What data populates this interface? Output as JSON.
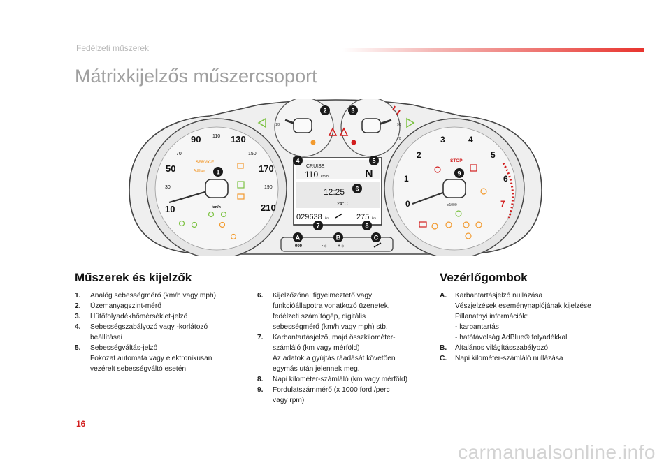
{
  "header": {
    "section": "Fedélzeti műszerek"
  },
  "page_title": "Mátrixkijelzős műszercsoport",
  "cluster": {
    "speedo_numbers": [
      "10",
      "30",
      "50",
      "70",
      "90",
      "110",
      "130",
      "150",
      "170",
      "190",
      "210"
    ],
    "speed_unit": "km/h",
    "service_label": "SERVICE",
    "adblue_label": "AdBlue",
    "rpm_numbers": [
      "0",
      "1",
      "2",
      "3",
      "4",
      "5",
      "6",
      "7"
    ],
    "rpm_unit": "x1000",
    "stop_label": "STOP",
    "fuel_half": "1/2",
    "temp_low": "90",
    "temp_high": "70",
    "display": {
      "cruise_label": "CRUISE",
      "cruise_speed": "110",
      "cruise_unit": "km/h",
      "gear": "N",
      "clock": "12:25",
      "temperature": "24°C",
      "odometer": "029638",
      "odometer_unit": "km",
      "trip": "275",
      "trip_unit": "km"
    },
    "callouts": [
      "1",
      "2",
      "3",
      "4",
      "5",
      "6",
      "7",
      "8",
      "9"
    ],
    "buttons": [
      "A",
      "B",
      "C"
    ],
    "button_labels": {
      "a": "000",
      "b": "-☼",
      "c": "+☼"
    }
  },
  "left_section": {
    "title": "Műszerek és kijelzők",
    "items_col1": [
      {
        "num": "1.",
        "text": "Analóg sebességmérő (km/h vagy mph)"
      },
      {
        "num": "2.",
        "text": "Üzemanyagszint-mérő"
      },
      {
        "num": "3.",
        "text": "Hűtőfolyadékhőmérséklet-jelző"
      },
      {
        "num": "4.",
        "text": "Sebességszabályozó vagy -korlátozó\nbeállításai"
      },
      {
        "num": "5.",
        "text": "Sebességváltás-jelző\nFokozat automata vagy elektronikusan\nvezérelt sebességváltó esetén"
      }
    ],
    "items_col2": [
      {
        "num": "6.",
        "text": "Kijelzőzóna: figyelmeztető vagy\nfunkcióállapotra vonatkozó üzenetek,\nfedélzeti számítógép, digitális\nsebességmérő (km/h vagy mph) stb."
      },
      {
        "num": "7.",
        "text": "Karbantartásjelző, majd összkilométer-\nszámláló (km vagy mérföld)\nAz adatok a gyújtás ráadását követően\negymás után jelennek meg."
      },
      {
        "num": "8.",
        "text": "Napi kilométer-számláló (km vagy mérföld)"
      },
      {
        "num": "9.",
        "text": "Fordulatszámmérő (x 1000 ford./perc\nvagy rpm)"
      }
    ]
  },
  "right_section": {
    "title": "Vezérlőgombok",
    "items": [
      {
        "num": "A.",
        "text": "Karbantartásjelző nullázása\nVészjelzések eseménynaplójának kijelzése\nPillanatnyi információk:\n-  karbantartás\n-  hatótávolság AdBlue® folyadékkal"
      },
      {
        "num": "B.",
        "text": "Általános világításszabályozó"
      },
      {
        "num": "C.",
        "text": "Napi kilométer-számláló nullázása"
      }
    ]
  },
  "page_number": "16",
  "footer": "carmanualsonline.info",
  "colors": {
    "accent_red": "#d21e1e",
    "callout": "#1a1a1a",
    "warning_orange": "#f29a2e",
    "indicator_green": "#7cc242"
  }
}
